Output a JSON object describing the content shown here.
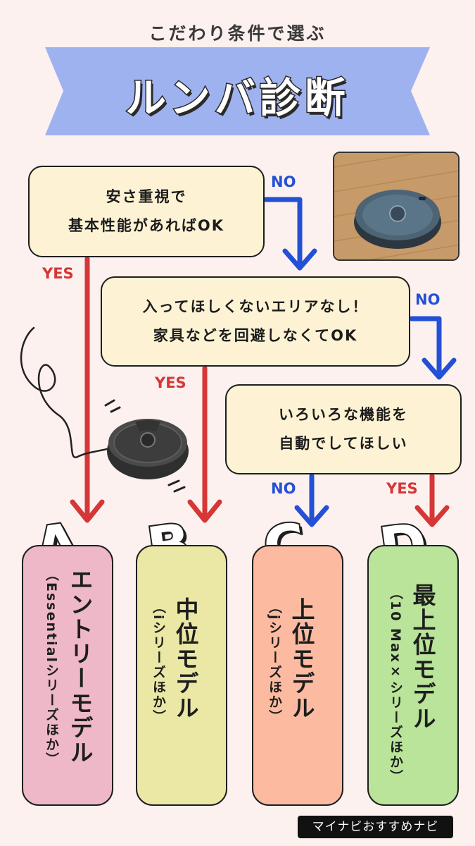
{
  "header": {
    "subtitle": "こだわり条件で選ぶ",
    "title": "ルンバ診断"
  },
  "questions": [
    {
      "line1": "安さ重視で",
      "line2": "基本性能があればOK"
    },
    {
      "line1": "入ってほしくないエリアなし！",
      "line2": "家具などを回避しなくてOK"
    },
    {
      "line1": "いろいろな機能を",
      "line2": "自動でしてほしい"
    }
  ],
  "labels": {
    "q1_yes": "YES",
    "q1_no": "NO",
    "q2_yes": "YES",
    "q2_no": "NO",
    "q3_no": "NO",
    "q3_yes": "YES"
  },
  "results": [
    {
      "letter": "A",
      "name": "エントリーモデル",
      "series": "（Essentialシリーズほか）"
    },
    {
      "letter": "B",
      "name": "中位モデル",
      "series": "（iシリーズほか）"
    },
    {
      "letter": "C",
      "name": "上位モデル",
      "series": "（jシリーズほか）"
    },
    {
      "letter": "D",
      "name": "最上位モデル",
      "series": "（10 Max×シリーズほか）"
    }
  ],
  "colors": {
    "background": "#fcf1ef",
    "banner": "#9fb2f0",
    "question_box": "#fdf3d4",
    "yes_arrow": "#d53636",
    "no_arrow": "#2450d6",
    "card_a": "#efb8c8",
    "card_b": "#eae8a4",
    "card_c": "#fcbba0",
    "card_d": "#b9e49a"
  },
  "footer": {
    "brand": "マイナビおすすめナビ"
  }
}
